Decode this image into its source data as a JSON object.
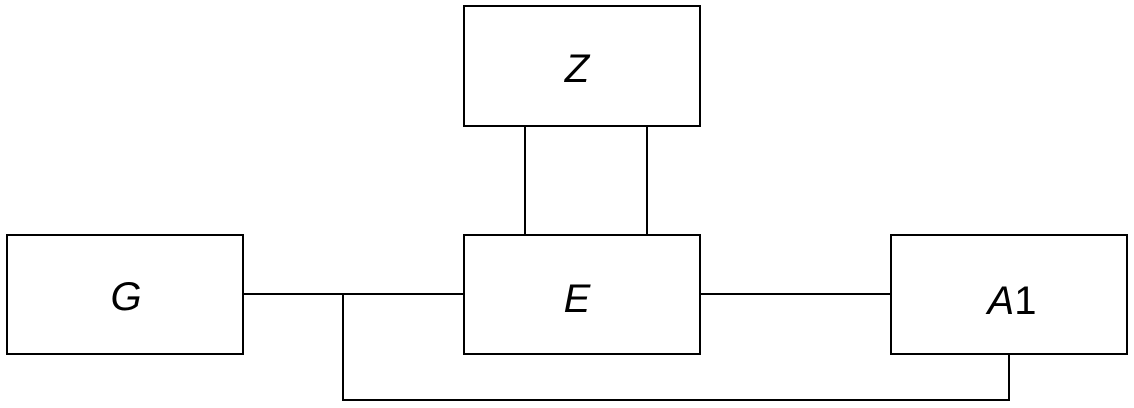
{
  "blocks": {
    "Z": {
      "label": "Z"
    },
    "G": {
      "label": "G"
    },
    "E": {
      "label": "E"
    },
    "A1": {
      "letter": "A",
      "number": "1"
    }
  }
}
